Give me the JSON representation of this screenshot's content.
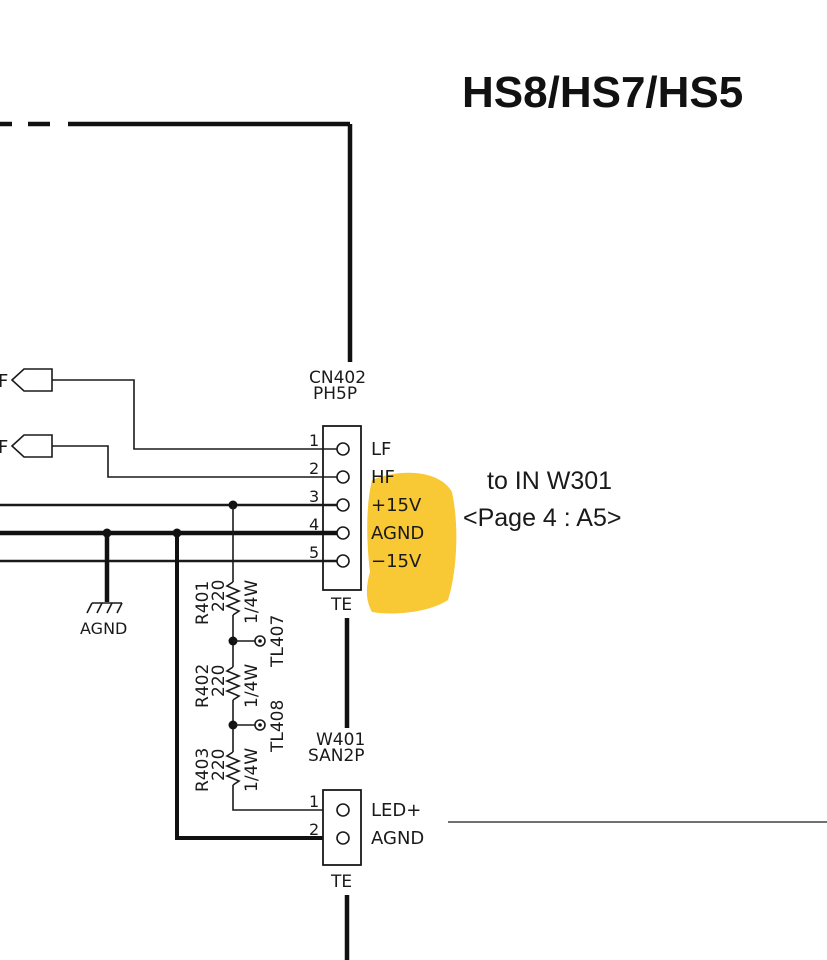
{
  "title": "HS8/HS7/HS5",
  "connector_cn402": {
    "ref": "CN402",
    "type": "PH5P",
    "footer": "TE",
    "pins": [
      {
        "num": "1",
        "label": "LF"
      },
      {
        "num": "2",
        "label": "HF"
      },
      {
        "num": "3",
        "label": "+15V"
      },
      {
        "num": "4",
        "label": "AGND"
      },
      {
        "num": "5",
        "label": "−15V"
      }
    ]
  },
  "connector_w401": {
    "ref": "W401",
    "type": "SAN2P",
    "footer": "TE",
    "pins": [
      {
        "num": "1",
        "label": "LED+"
      },
      {
        "num": "2",
        "label": "AGND"
      }
    ]
  },
  "destination_note": {
    "line1": "to IN W301",
    "line2": "<Page 4 : A5>"
  },
  "ground_label": "AGND",
  "resistors": [
    {
      "ref": "R401",
      "value": "220",
      "rating": "1/4W"
    },
    {
      "ref": "R402",
      "value": "220",
      "rating": "1/4W"
    },
    {
      "ref": "R403",
      "value": "220",
      "rating": "1/4W"
    }
  ],
  "test_points": [
    {
      "ref": "TL407"
    },
    {
      "ref": "TL408"
    }
  ],
  "offpage_labels": [
    "F",
    "F"
  ],
  "colors": {
    "highlight": "#F8C52A",
    "line": "#1a1a1a",
    "background": "#ffffff"
  }
}
